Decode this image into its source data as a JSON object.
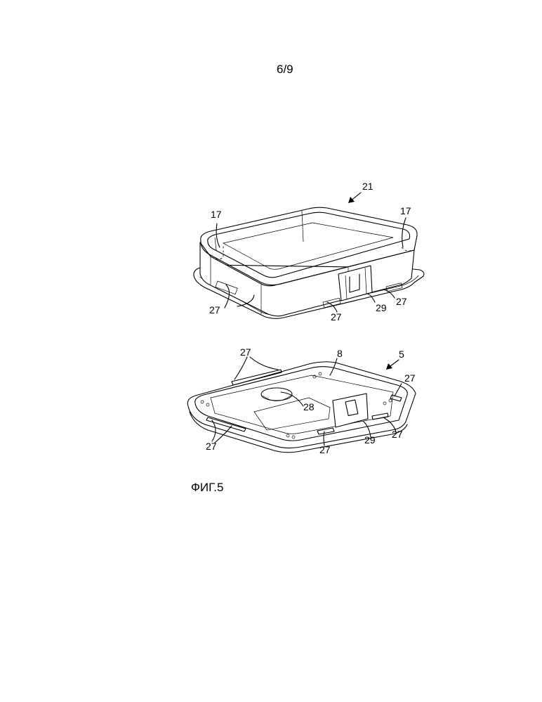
{
  "page": {
    "number": "6/9"
  },
  "figure": {
    "caption": "ФИГ.5",
    "upper_part": {
      "ref_main": "21",
      "labels": [
        "17",
        "17",
        "27",
        "27",
        "29",
        "27"
      ]
    },
    "lower_part": {
      "ref_main": "5",
      "labels": [
        "27",
        "8",
        "27",
        "28",
        "27",
        "27",
        "29",
        "27"
      ]
    }
  }
}
